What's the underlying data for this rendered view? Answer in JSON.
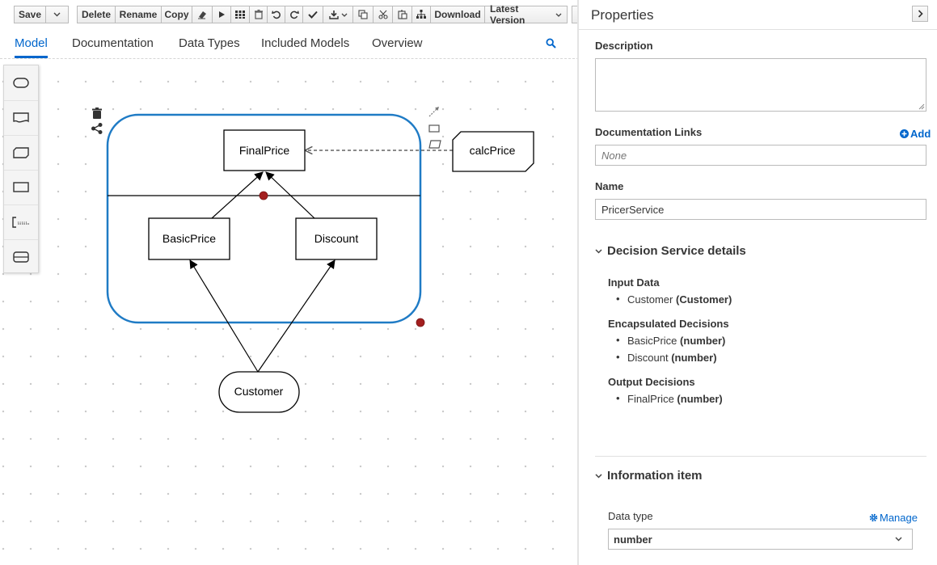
{
  "toolbar": {
    "save": "Save",
    "delete": "Delete",
    "rename": "Rename",
    "copy": "Copy",
    "download": "Download",
    "latest_version": "Latest Version"
  },
  "tabs": [
    {
      "label": "Model",
      "active": true
    },
    {
      "label": "Documentation",
      "active": false
    },
    {
      "label": "Data Types",
      "active": false
    },
    {
      "label": "Included Models",
      "active": false
    },
    {
      "label": "Overview",
      "active": false
    }
  ],
  "diagram": {
    "decision_service_name": "",
    "nodes": {
      "final_price": "FinalPrice",
      "basic_price": "BasicPrice",
      "discount": "Discount",
      "customer": "Customer",
      "calc_price": "calcPrice"
    }
  },
  "properties": {
    "title": "Properties",
    "description_label": "Description",
    "description_value": "",
    "doc_links_label": "Documentation Links",
    "add_label": "Add",
    "doc_links_placeholder": "None",
    "name_label": "Name",
    "name_value": "PricerService",
    "ds_section": "Decision Service details",
    "input_data_label": "Input Data",
    "input_data": [
      {
        "name": "Customer",
        "type": "(Customer)"
      }
    ],
    "encapsulated_label": "Encapsulated Decisions",
    "encapsulated": [
      {
        "name": "BasicPrice",
        "type": "(number)"
      },
      {
        "name": "Discount",
        "type": "(number)"
      }
    ],
    "output_label": "Output Decisions",
    "output": [
      {
        "name": "FinalPrice",
        "type": "(number)"
      }
    ],
    "info_section": "Information item",
    "data_type_label": "Data type",
    "manage_label": "Manage",
    "data_type_value": "number"
  },
  "colors": {
    "accent": "#0066cc",
    "selection": "#1f7bc5",
    "handle": "#a31f1f"
  }
}
